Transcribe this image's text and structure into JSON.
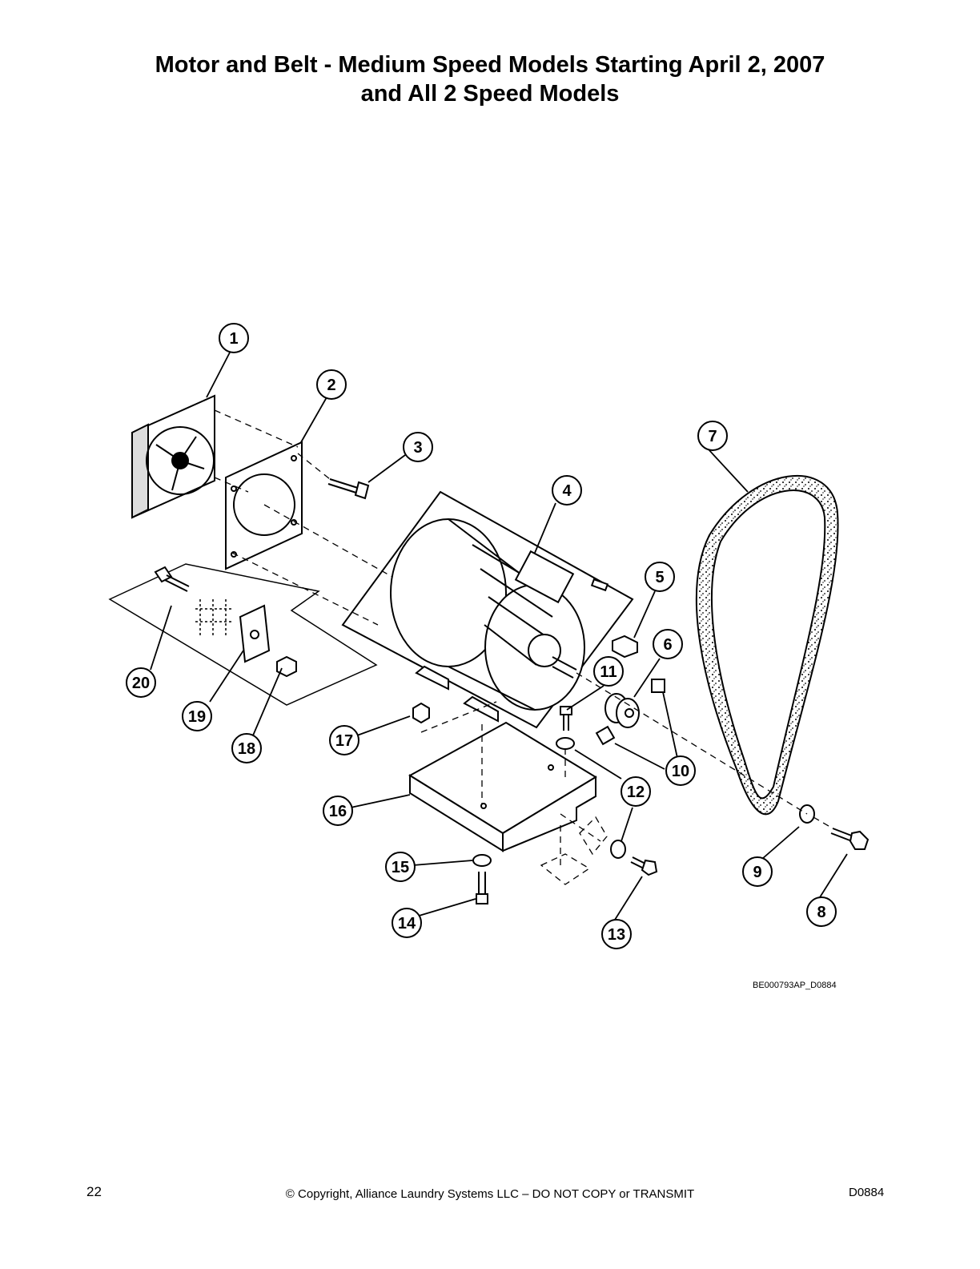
{
  "header": {
    "title_line1": "Motor and Belt - Medium Speed Models Starting April 2, 2007",
    "title_line2": "and All 2 Speed Models"
  },
  "diagram": {
    "reference_code": "BE000793AP_D0884",
    "callouts": [
      "1",
      "2",
      "3",
      "4",
      "5",
      "6",
      "7",
      "8",
      "9",
      "10",
      "10",
      "11",
      "12",
      "12",
      "13",
      "14",
      "15",
      "16",
      "17",
      "18",
      "19",
      "20"
    ]
  },
  "footer": {
    "page_number": "22",
    "copyright": "© Copyright, Alliance Laundry Systems LLC – DO NOT COPY or TRANSMIT",
    "doc_id": "D0884"
  }
}
